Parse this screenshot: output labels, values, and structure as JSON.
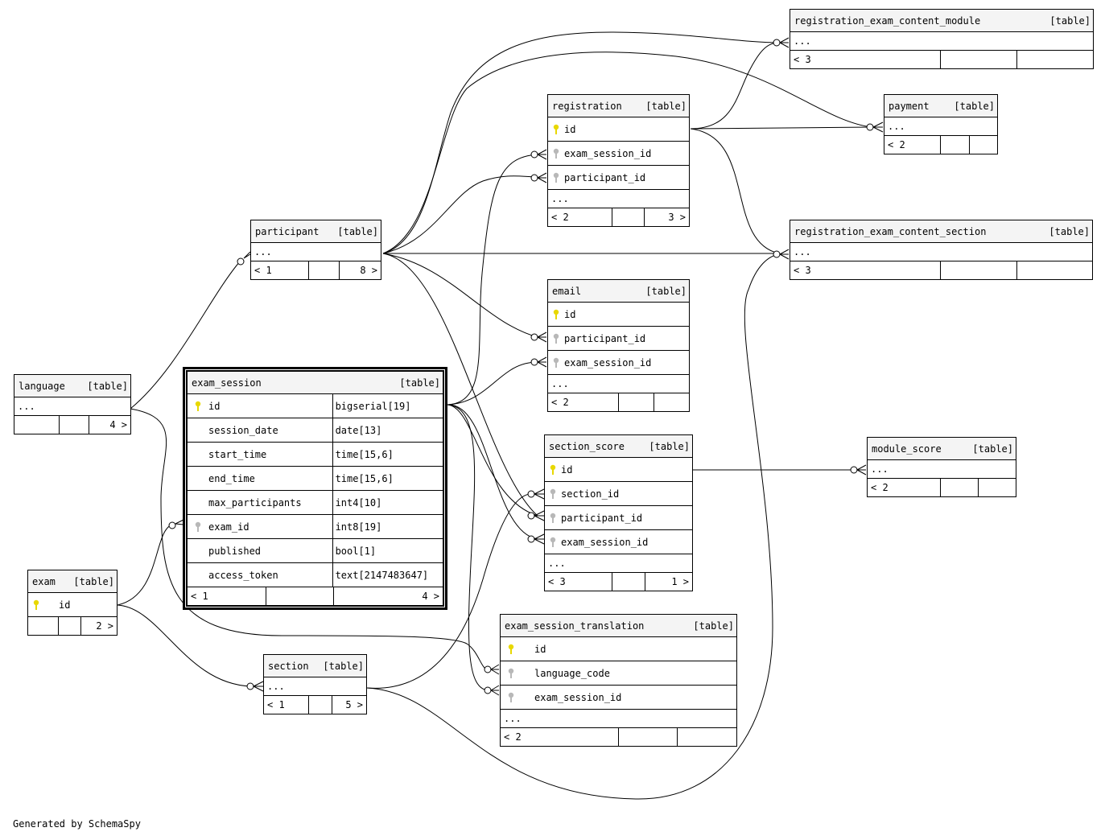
{
  "footer_text": "Generated by SchemaSpy",
  "tag": "[table]",
  "colors": {
    "primary_key": "#e8d800",
    "foreign_key": "#b8b8b8",
    "header_bg": "#f4f4f4"
  },
  "tables": {
    "registration_exam_content_module": {
      "name": "registration_exam_content_module",
      "dots": "...",
      "parents": "< 3"
    },
    "payment": {
      "name": "payment",
      "dots": "...",
      "parents": "< 2"
    },
    "registration": {
      "name": "registration",
      "cols": [
        "id",
        "exam_session_id",
        "participant_id"
      ],
      "dots": "...",
      "parents": "< 2",
      "children": "3 >"
    },
    "registration_exam_content_section": {
      "name": "registration_exam_content_section",
      "dots": "...",
      "parents": "< 3"
    },
    "participant": {
      "name": "participant",
      "dots": "...",
      "parents": "< 1",
      "children": "8 >"
    },
    "email": {
      "name": "email",
      "cols": [
        "id",
        "participant_id",
        "exam_session_id"
      ],
      "dots": "...",
      "parents": "< 2"
    },
    "language": {
      "name": "language",
      "dots": "...",
      "children": "4 >"
    },
    "exam_session": {
      "name": "exam_session",
      "cols": [
        {
          "name": "id",
          "type": "bigserial[19]"
        },
        {
          "name": "session_date",
          "type": "date[13]"
        },
        {
          "name": "start_time",
          "type": "time[15,6]"
        },
        {
          "name": "end_time",
          "type": "time[15,6]"
        },
        {
          "name": "max_participants",
          "type": "int4[10]"
        },
        {
          "name": "exam_id",
          "type": "int8[19]"
        },
        {
          "name": "published",
          "type": "bool[1]"
        },
        {
          "name": "access_token",
          "type": "text[2147483647]"
        }
      ],
      "parents": "< 1",
      "children": "4 >"
    },
    "section_score": {
      "name": "section_score",
      "cols": [
        "id",
        "section_id",
        "participant_id",
        "exam_session_id"
      ],
      "dots": "...",
      "parents": "< 3",
      "children": "1 >"
    },
    "module_score": {
      "name": "module_score",
      "dots": "...",
      "parents": "< 2"
    },
    "exam": {
      "name": "exam",
      "cols": [
        "id"
      ],
      "children": "2 >"
    },
    "section": {
      "name": "section",
      "dots": "...",
      "parents": "< 1",
      "children": "5 >"
    },
    "exam_session_translation": {
      "name": "exam_session_translation",
      "cols": [
        "id",
        "language_code",
        "exam_session_id"
      ],
      "dots": "...",
      "parents": "< 2"
    }
  }
}
